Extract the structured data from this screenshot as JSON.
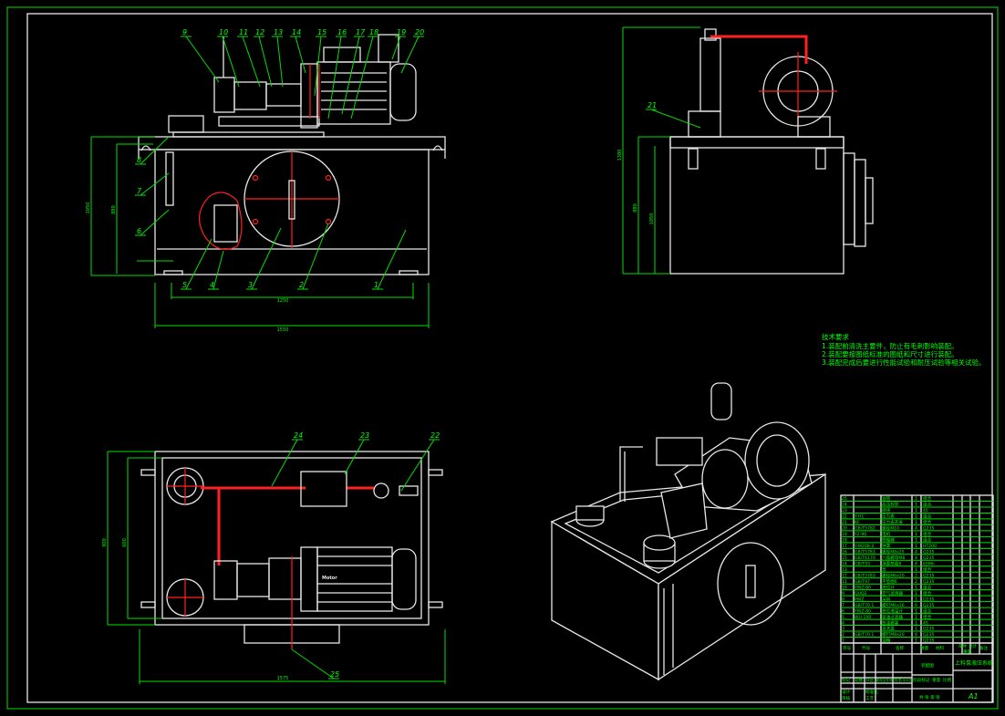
{
  "drawing": {
    "colors": {
      "background": "#000000",
      "outline": "#e8e8e8",
      "annotation": "#00ff00",
      "centerline": "#ff2020"
    },
    "balloons_front": [
      "9",
      "10",
      "11",
      "12",
      "13",
      "14",
      "15",
      "16",
      "17",
      "18",
      "19",
      "20",
      "8",
      "7",
      "6",
      "5",
      "4",
      "3",
      "2",
      "1"
    ],
    "balloons_side": [
      "21"
    ],
    "balloons_top": [
      "24",
      "23",
      "22",
      "25"
    ],
    "dimensions_front": [
      "880",
      "1050",
      "1250",
      "1550"
    ],
    "dimensions_side": [
      "1380",
      "880",
      "1050"
    ],
    "dimensions_top": [
      "900",
      "600",
      "1575"
    ],
    "motor_label": "Motor"
  },
  "tech_requirements": {
    "title": "技术要求",
    "items": [
      "1.装配前清洗主要件，防止有毛刺影响装配。",
      "2.装配要按图纸标准的图纸和尺寸进行装配。",
      "3.装配完成后要进行性能试验和耐压试验等相关试验。"
    ]
  },
  "parts_list": {
    "rows": [
      {
        "no": "25",
        "code": "",
        "name": "油管",
        "qty": "1",
        "mat": "组合"
      },
      {
        "no": "24",
        "code": "",
        "name": "高压软管",
        "qty": "1",
        "mat": "组合"
      },
      {
        "no": "23",
        "code": "",
        "name": "阀块",
        "qty": "1",
        "mat": "45"
      },
      {
        "no": "22",
        "code": "Y-H1",
        "name": "压力表",
        "qty": "1",
        "mat": "组合"
      },
      {
        "no": "21",
        "code": "KF",
        "name": "压力表开关",
        "qty": "1",
        "mat": "组合"
      },
      {
        "no": "20",
        "code": "GB/T5782",
        "name": "螺栓M10",
        "qty": "4",
        "mat": "Q235"
      },
      {
        "no": "19",
        "code": "Y2-90",
        "name": "电机",
        "qty": "1",
        "mat": "组合"
      },
      {
        "no": "18",
        "code": "",
        "name": "联轴器",
        "qty": "1",
        "mat": "组合"
      },
      {
        "no": "17",
        "code": "Y-M20B-2",
        "name": "钟罩",
        "qty": "1",
        "mat": "HT200"
      },
      {
        "no": "16",
        "code": "GB/T5783",
        "name": "螺栓M8x25",
        "qty": "4",
        "mat": "Q235"
      },
      {
        "no": "15",
        "code": "GB/T6170",
        "name": "六角螺母M8",
        "qty": "4",
        "mat": "Q235"
      },
      {
        "no": "14",
        "code": "GB/T93",
        "name": "弹簧垫圈8",
        "qty": "4",
        "mat": "65Mn"
      },
      {
        "no": "13",
        "code": "",
        "name": "泵",
        "qty": "1",
        "mat": "组合"
      },
      {
        "no": "12",
        "code": "GB/T5783",
        "name": "螺栓M6x20",
        "qty": "2",
        "mat": "Q235"
      },
      {
        "no": "11",
        "code": "GB/T97",
        "name": "平垫圈6",
        "qty": "2",
        "mat": "Q235"
      },
      {
        "no": "10",
        "code": "YWZ-80",
        "name": "液位计",
        "qty": "1",
        "mat": "组合"
      },
      {
        "no": "9",
        "code": "QUQ2",
        "name": "空气滤清器",
        "qty": "1",
        "mat": "组合"
      },
      {
        "no": "8",
        "code": "PWZ",
        "name": "吊钩",
        "qty": "1",
        "mat": "Q235"
      },
      {
        "no": "7",
        "code": "GB/T70.1",
        "name": "螺钉M6x16",
        "qty": "6",
        "mat": "Q235"
      },
      {
        "no": "6",
        "code": "YWZ-80",
        "name": "液位液温计",
        "qty": "1",
        "mat": "组合"
      },
      {
        "no": "5",
        "code": "WU-100",
        "name": "吸油过滤器",
        "qty": "1",
        "mat": "组合"
      },
      {
        "no": "4",
        "code": "",
        "name": "放油螺塞",
        "qty": "1",
        "mat": "45"
      },
      {
        "no": "3",
        "code": "",
        "name": "清洗盖",
        "qty": "1",
        "mat": "Q235"
      },
      {
        "no": "2",
        "code": "GB/T70.1",
        "name": "螺钉M8x20",
        "qty": "6",
        "mat": "Q235"
      },
      {
        "no": "1",
        "code": "",
        "name": "油箱",
        "qty": "1",
        "mat": "Q235"
      }
    ],
    "header": {
      "no": "序号",
      "code": "代号",
      "name": "名称",
      "qty": "数量",
      "mat": "材料",
      "single": "单件",
      "total": "总计",
      "weight": "重量",
      "remark": "备注"
    }
  },
  "title_block": {
    "drawing_type": "装配图",
    "title": "上料泵液压系统",
    "sheet_size": "A1",
    "mark": "标记",
    "count": "处数",
    "zone": "分区",
    "change": "更改文件号",
    "sign": "签名",
    "date": "年月日",
    "design": "设计",
    "standard": "标准化",
    "check": "审核",
    "process": "工艺",
    "stage": "阶段标记",
    "weight": "重量",
    "scale": "比例",
    "sheets": "共 张 第 张"
  }
}
